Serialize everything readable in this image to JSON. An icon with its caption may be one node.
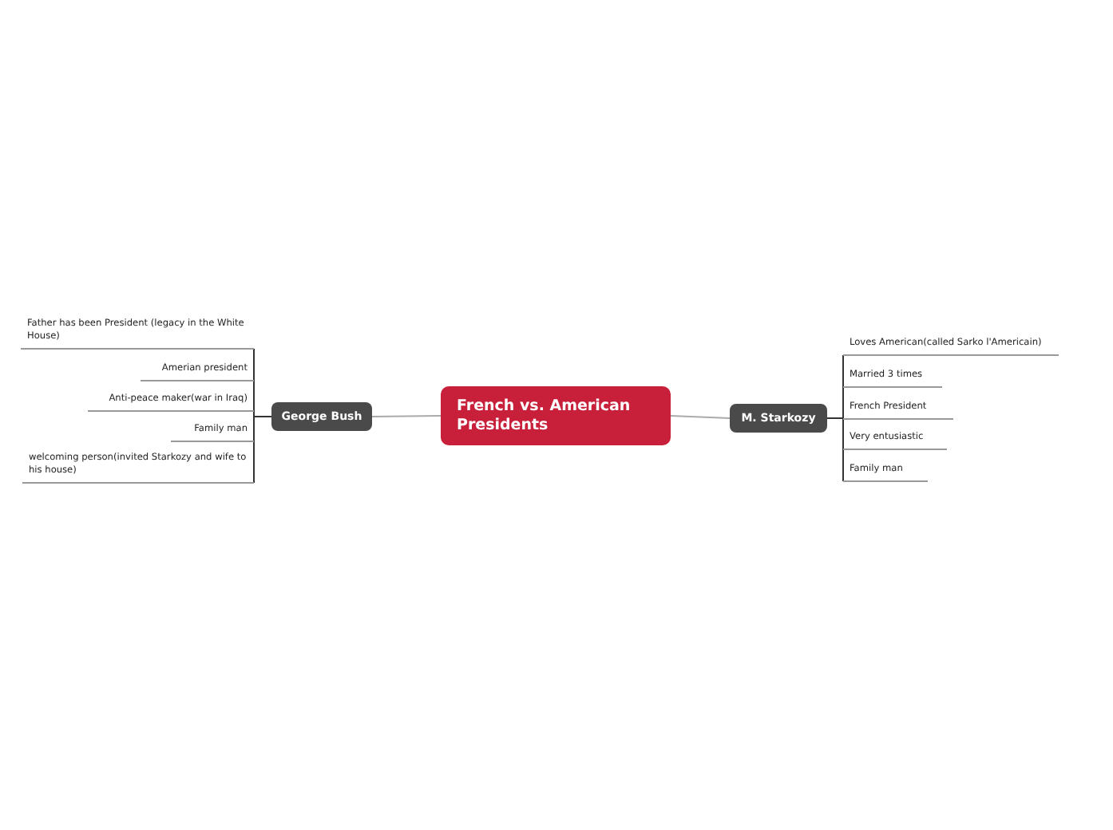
{
  "diagram": {
    "nodes": [
      {
        "text": [
          "French vs. American Presidents"
        ]
      },
      {
        "text": [
          "George Bush"
        ]
      },
      {
        "text": [
          "M. Starkozy"
        ]
      },
      {
        "text": [
          "Father has been President (legacy in the White House)"
        ]
      },
      {
        "text": [
          "Amerian president"
        ]
      },
      {
        "text": [
          "Anti-peace maker(war in Iraq)"
        ]
      },
      {
        "text": [
          "Family man"
        ]
      },
      {
        "text": [
          "welcoming person(invited Starkozy and wife to his house)"
        ]
      },
      {
        "text": [
          "Loves American(called Sarko l'Americain)"
        ]
      },
      {
        "text": [
          "Married 3 times"
        ]
      },
      {
        "text": [
          "French President"
        ]
      },
      {
        "text": [
          "Very entusiastic"
        ]
      },
      {
        "text": [
          "Family man"
        ]
      }
    ],
    "edges": [
      {
        "from": 0,
        "to": 1,
        "arrow": "none",
        "color": "#aaaaaa"
      },
      {
        "from": 0,
        "to": 2,
        "arrow": "none",
        "color": "#aaaaaa"
      },
      {
        "from": 1,
        "to": 3,
        "arrow": "none"
      },
      {
        "from": 1,
        "to": 4,
        "arrow": "none"
      },
      {
        "from": 1,
        "to": 5,
        "arrow": "none"
      },
      {
        "from": 1,
        "to": 6,
        "arrow": "none"
      },
      {
        "from": 1,
        "to": 7,
        "arrow": "none"
      },
      {
        "from": 2,
        "to": 8,
        "arrow": "none"
      },
      {
        "from": 2,
        "to": 9,
        "arrow": "none"
      },
      {
        "from": 2,
        "to": 10,
        "arrow": "none"
      },
      {
        "from": 2,
        "to": 11,
        "arrow": "none"
      },
      {
        "from": 2,
        "to": 12,
        "arrow": "none"
      }
    ]
  }
}
